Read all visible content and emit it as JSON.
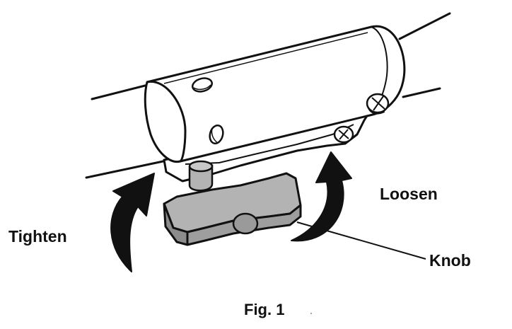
{
  "labels": {
    "tighten": "Tighten",
    "loosen": "Loosen",
    "knob": "Knob"
  },
  "caption": "Fig. 1",
  "colors": {
    "line": "#111111",
    "background": "#ffffff",
    "knob_fill": "#b3b3b3",
    "knob_dark": "#8c8c8c"
  },
  "icons": {
    "tighten_arrow": "curved-arrow-up-icon",
    "loosen_arrow": "curved-arrow-up-icon"
  }
}
